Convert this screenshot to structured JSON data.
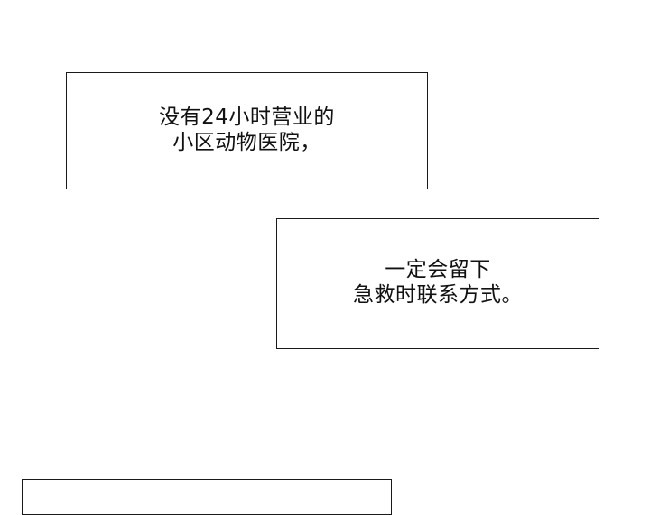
{
  "captions": [
    {
      "lines": [
        "没有24小时营业的",
        "小区动物医院，"
      ]
    },
    {
      "lines": [
        "一定会留下",
        "急救时联系方式。"
      ]
    }
  ],
  "colors": {
    "background": "#ffffff",
    "border": "#1a1a1a",
    "text": "#111111"
  }
}
